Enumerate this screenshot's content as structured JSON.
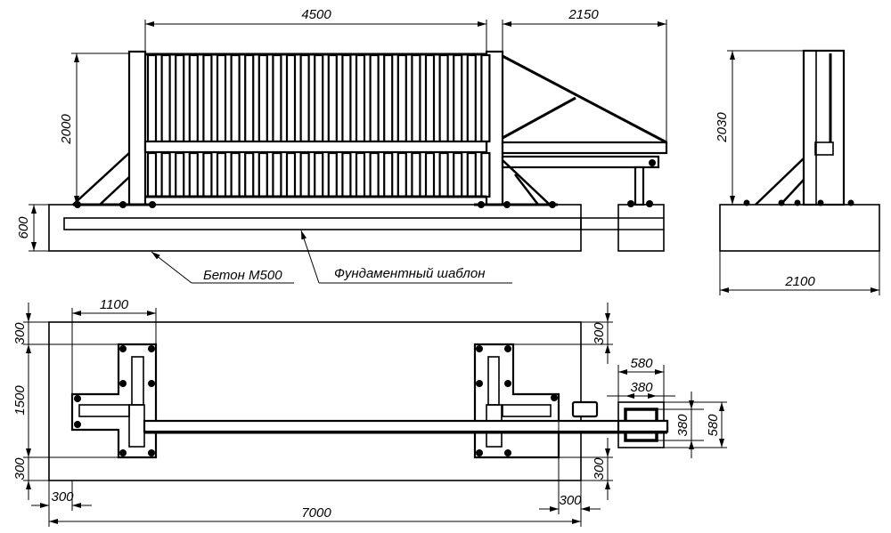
{
  "title": "Sliding gate foundation drawing",
  "elevation": {
    "dim_gate_width": "4500",
    "dim_counterweight": "2150",
    "dim_gate_height": "2000",
    "dim_foundation_depth": "600",
    "label_concrete": "Бетон М500",
    "label_template": "Фундаментный шаблон"
  },
  "side_view": {
    "dim_height": "2030",
    "dim_width": "2100"
  },
  "plan": {
    "dim_plate_width": "1100",
    "dim_top_offset": "300",
    "dim_middle": "1500",
    "dim_bottom_offset": "300",
    "dim_left_offset": "300",
    "dim_total_length": "7000",
    "dim_right_top": "300",
    "dim_right_bottom": "300",
    "dim_right_offset": "300",
    "dim_block_outer_w": "580",
    "dim_block_inner_w": "380",
    "dim_block_inner_h": "380",
    "dim_block_outer_h": "580"
  }
}
